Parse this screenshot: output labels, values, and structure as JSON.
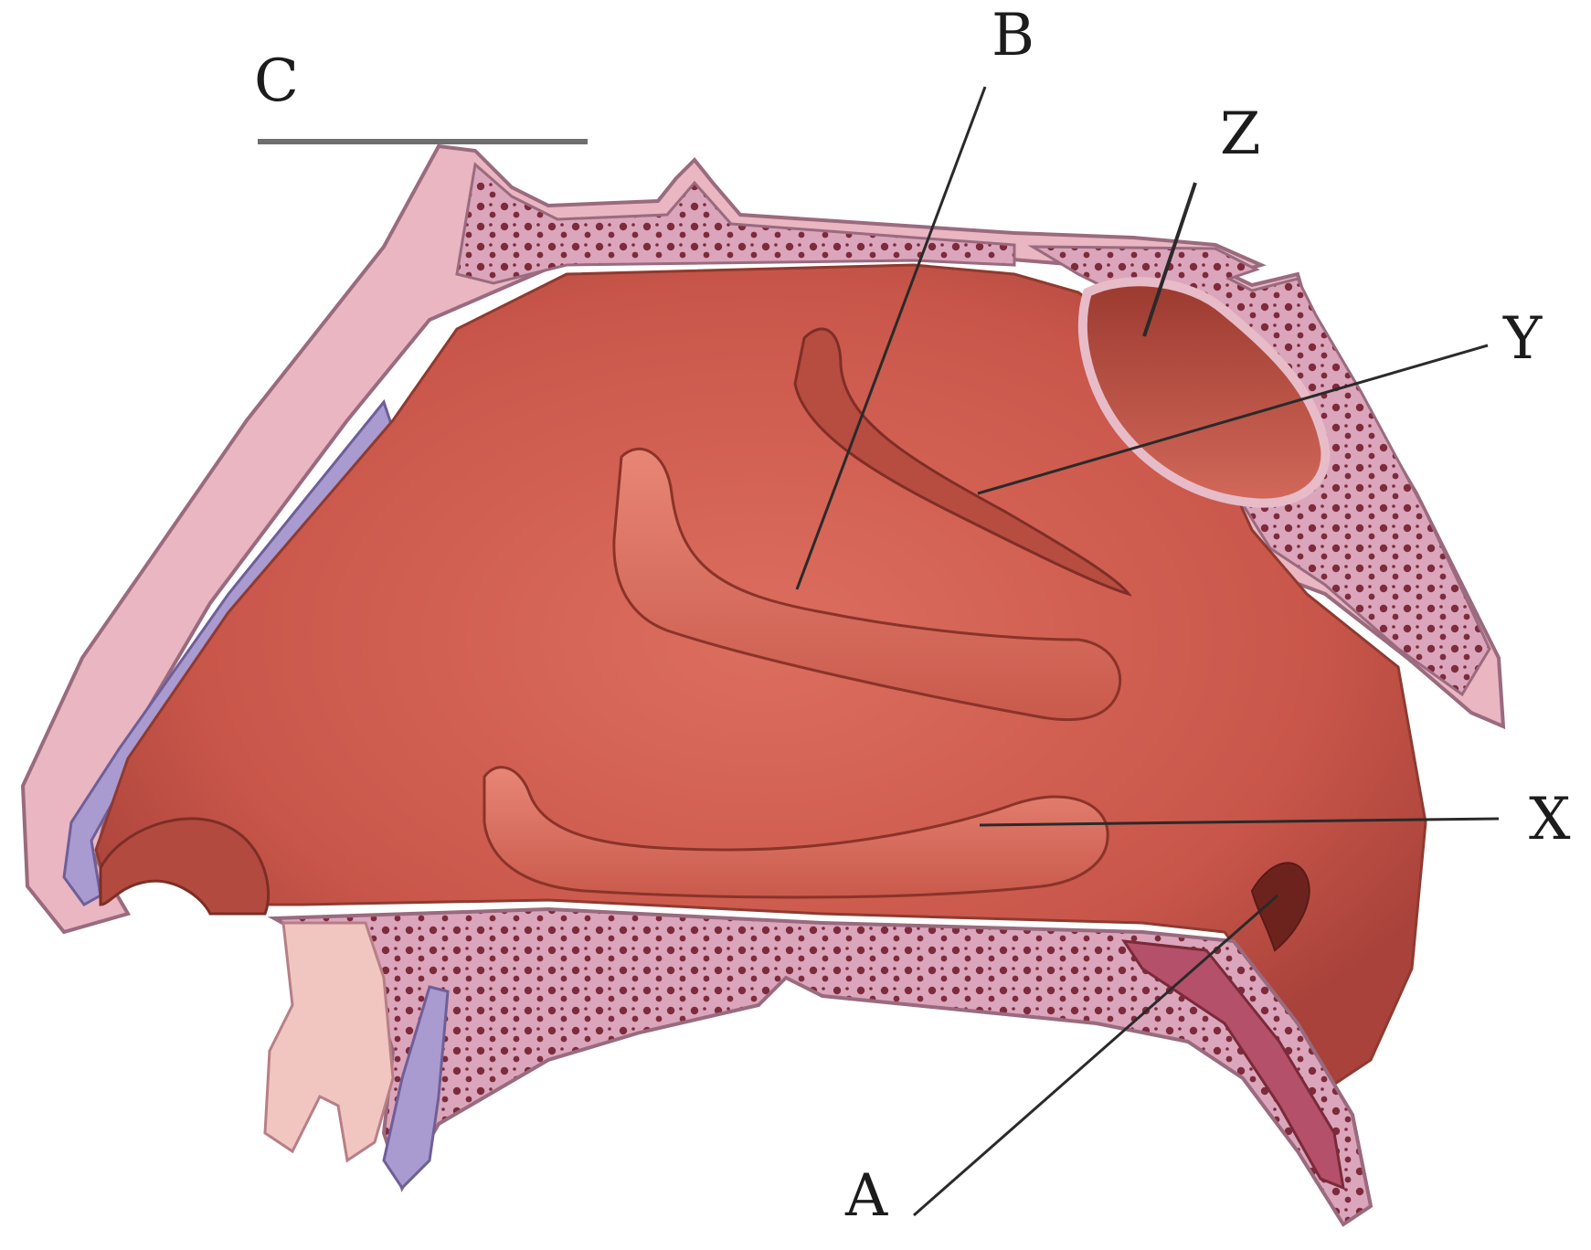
{
  "diagram": {
    "labels": {
      "a": "A",
      "b": "B",
      "c": "C",
      "x": "X",
      "y": "Y",
      "z": "Z"
    }
  },
  "colors": {
    "background": "#ffffff",
    "mucosa": "#c9564a",
    "mucosa_dark": "#a63e34",
    "bone": "#d9a3b8",
    "bone_outline": "#9a6a7e",
    "bone_pores": "#7a2a3a",
    "cartilage": "#a99ad0",
    "skin": "#f0c4bf",
    "leader": "#2a2a2a"
  }
}
